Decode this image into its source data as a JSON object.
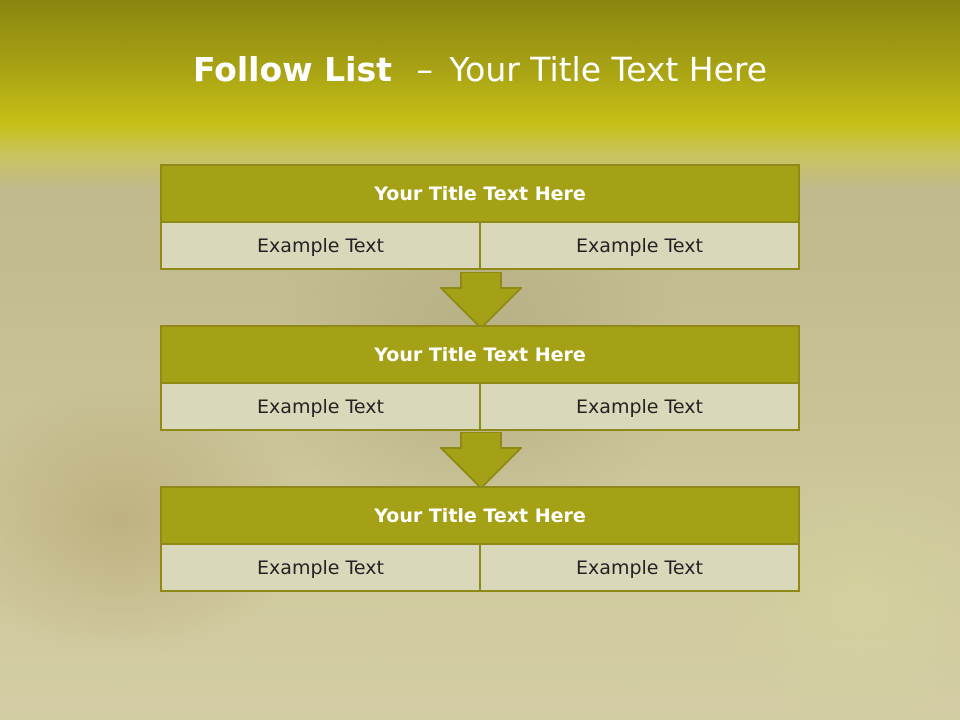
{
  "slide": {
    "title_bold": "Follow List",
    "title_sep": "–",
    "title_rest": "Your Title Text Here"
  },
  "steps": [
    {
      "title": "Your Title Text Here",
      "left": "Example Text",
      "right": "Example Text"
    },
    {
      "title": "Your Title Text Here",
      "left": "Example Text",
      "right": "Example Text"
    },
    {
      "title": "Your Title Text Here",
      "left": "Example Text",
      "right": "Example Text"
    }
  ],
  "colors": {
    "header_band": "#a7a114",
    "box_header": "#a5a116",
    "box_cell": "#dad8bb",
    "border": "#8f8a18"
  }
}
